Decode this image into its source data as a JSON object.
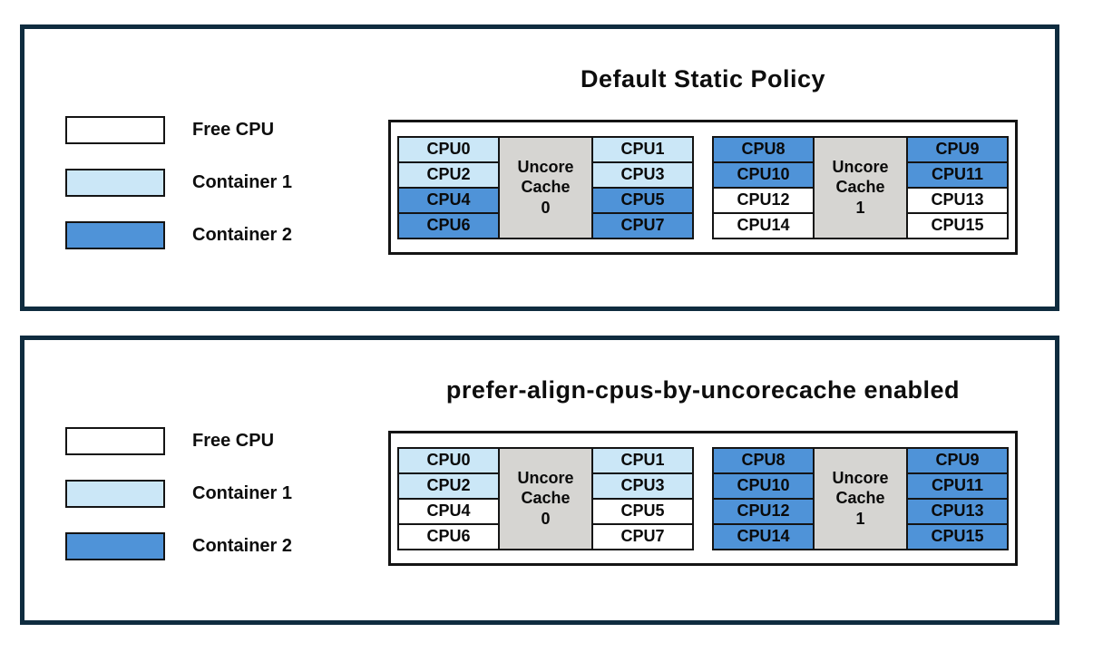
{
  "colors": {
    "free_cpu": "#ffffff",
    "container1": "#cbe7f7",
    "container2": "#4f93d8",
    "uncore_cache": "#d6d5d2",
    "panel_border": "#0f2c3f"
  },
  "panels": [
    {
      "title": "Default Static Policy",
      "legend": [
        {
          "label": "Free CPU",
          "state": "free"
        },
        {
          "label": "Container 1",
          "state": "container1"
        },
        {
          "label": "Container 2",
          "state": "container2"
        }
      ],
      "groups": [
        {
          "cache": {
            "label": "Uncore Cache 0",
            "lines": [
              "Uncore",
              "Cache",
              "0"
            ]
          },
          "left_cpus": [
            {
              "label": "CPU0",
              "state": "container1"
            },
            {
              "label": "CPU2",
              "state": "container1"
            },
            {
              "label": "CPU4",
              "state": "container2"
            },
            {
              "label": "CPU6",
              "state": "container2"
            }
          ],
          "right_cpus": [
            {
              "label": "CPU1",
              "state": "container1"
            },
            {
              "label": "CPU3",
              "state": "container1"
            },
            {
              "label": "CPU5",
              "state": "container2"
            },
            {
              "label": "CPU7",
              "state": "container2"
            }
          ]
        },
        {
          "cache": {
            "label": "Uncore Cache 1",
            "lines": [
              "Uncore",
              "Cache",
              "1"
            ]
          },
          "left_cpus": [
            {
              "label": "CPU8",
              "state": "container2"
            },
            {
              "label": "CPU10",
              "state": "container2"
            },
            {
              "label": "CPU12",
              "state": "free"
            },
            {
              "label": "CPU14",
              "state": "free"
            }
          ],
          "right_cpus": [
            {
              "label": "CPU9",
              "state": "container2"
            },
            {
              "label": "CPU11",
              "state": "container2"
            },
            {
              "label": "CPU13",
              "state": "free"
            },
            {
              "label": "CPU15",
              "state": "free"
            }
          ]
        }
      ]
    },
    {
      "title": "prefer-align-cpus-by-uncorecache enabled",
      "legend": [
        {
          "label": "Free CPU",
          "state": "free"
        },
        {
          "label": "Container 1",
          "state": "container1"
        },
        {
          "label": "Container 2",
          "state": "container2"
        }
      ],
      "groups": [
        {
          "cache": {
            "label": "Uncore Cache 0",
            "lines": [
              "Uncore",
              "Cache",
              "0"
            ]
          },
          "left_cpus": [
            {
              "label": "CPU0",
              "state": "container1"
            },
            {
              "label": "CPU2",
              "state": "container1"
            },
            {
              "label": "CPU4",
              "state": "free"
            },
            {
              "label": "CPU6",
              "state": "free"
            }
          ],
          "right_cpus": [
            {
              "label": "CPU1",
              "state": "container1"
            },
            {
              "label": "CPU3",
              "state": "container1"
            },
            {
              "label": "CPU5",
              "state": "free"
            },
            {
              "label": "CPU7",
              "state": "free"
            }
          ]
        },
        {
          "cache": {
            "label": "Uncore Cache 1",
            "lines": [
              "Uncore",
              "Cache",
              "1"
            ]
          },
          "left_cpus": [
            {
              "label": "CPU8",
              "state": "container2"
            },
            {
              "label": "CPU10",
              "state": "container2"
            },
            {
              "label": "CPU12",
              "state": "container2"
            },
            {
              "label": "CPU14",
              "state": "container2"
            }
          ],
          "right_cpus": [
            {
              "label": "CPU9",
              "state": "container2"
            },
            {
              "label": "CPU11",
              "state": "container2"
            },
            {
              "label": "CPU13",
              "state": "container2"
            },
            {
              "label": "CPU15",
              "state": "container2"
            }
          ]
        }
      ]
    }
  ]
}
